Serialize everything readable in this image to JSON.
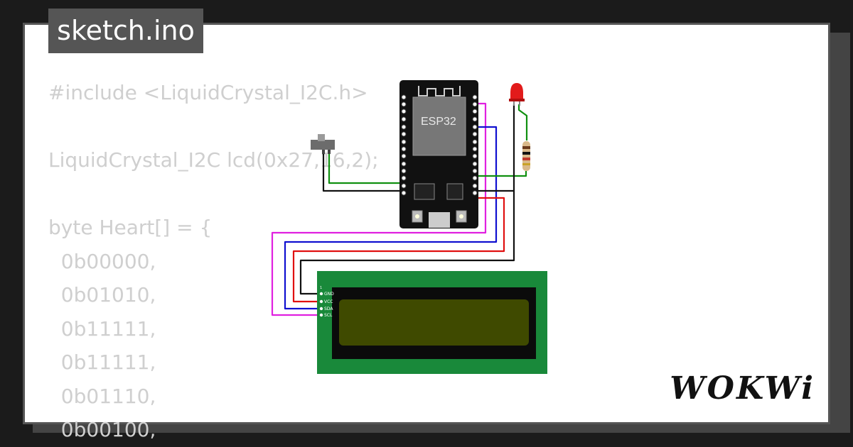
{
  "tab": {
    "filename": "sketch.ino"
  },
  "code_lines": [
    "#include <LiquidCrystal_I2C.h>",
    "",
    "LiquidCrystal_I2C lcd(0x27,16,2);",
    "",
    "byte Heart[] = {",
    "  0b00000,",
    "  0b01010,",
    "  0b11111,",
    "  0b11111,",
    "  0b01110,",
    "  0b00100,"
  ],
  "diagram": {
    "board_label": "ESP32",
    "lcd_pins": [
      "GND",
      "VCC",
      "SDA",
      "SCL"
    ],
    "wire_colors": {
      "scl": "#e020e0",
      "sda": "#1010d0",
      "vcc": "#e01010",
      "gnd": "#111111",
      "signal": "#109010"
    },
    "lcd_color": "#19893a",
    "lcd_screen_color": "#3f4a00"
  },
  "brand": {
    "logo": "WOKWi"
  }
}
